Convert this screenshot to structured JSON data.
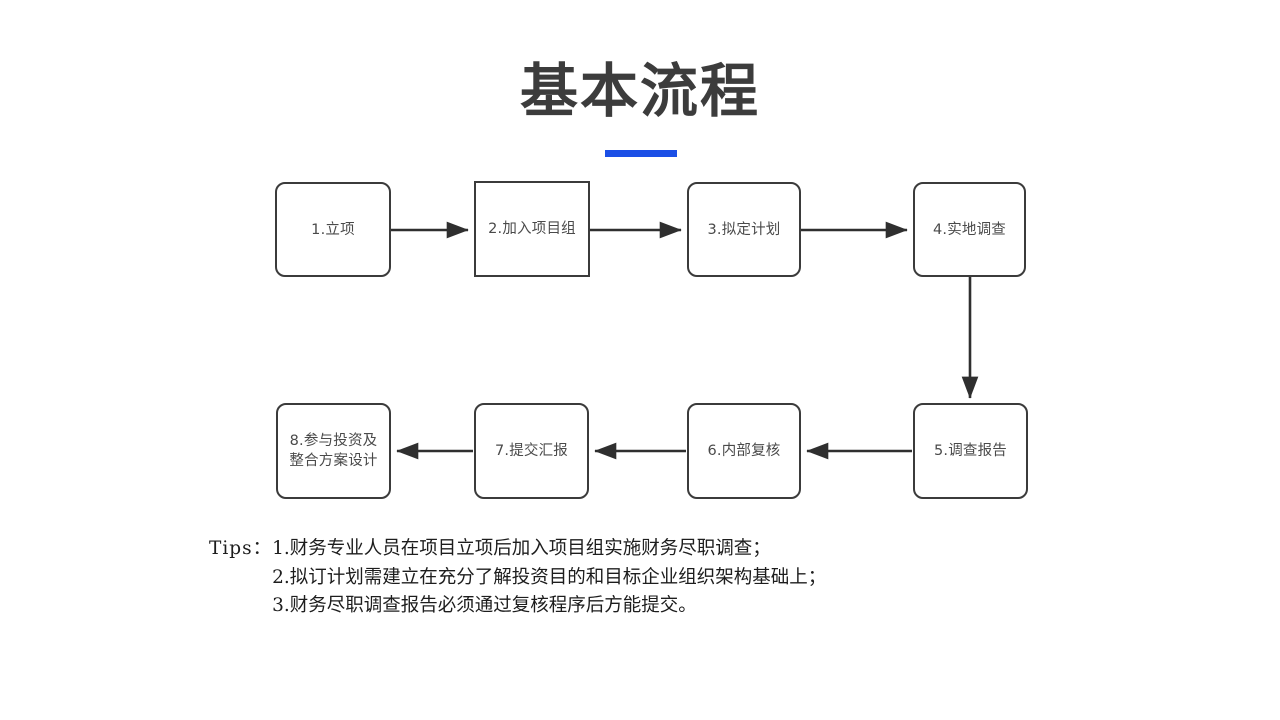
{
  "slide": {
    "background_color": "#ffffff",
    "title": "基本流程",
    "title_color": "#3c3c3c",
    "accent_color": "#1b4fe6"
  },
  "flowchart": {
    "type": "process-flow",
    "node_border_color": "#3b3b3b",
    "node_fill_color": "#ffffff",
    "arrow_color": "#2f2f2f",
    "nodes": [
      {
        "id": "node-1",
        "label": "1.立项",
        "shape": "rounded"
      },
      {
        "id": "node-2",
        "label": "2.加入项目组",
        "shape": "square"
      },
      {
        "id": "node-3",
        "label": "3.拟定计划",
        "shape": "rounded"
      },
      {
        "id": "node-4",
        "label": "4.实地调查",
        "shape": "rounded"
      },
      {
        "id": "node-5",
        "label": "5.调查报告",
        "shape": "rounded"
      },
      {
        "id": "node-6",
        "label": "6.内部复核",
        "shape": "rounded"
      },
      {
        "id": "node-7",
        "label": "7.提交汇报",
        "shape": "rounded"
      },
      {
        "id": "node-8",
        "label": "8.参与投资及\n整合方案设计",
        "shape": "rounded"
      }
    ],
    "connections": [
      {
        "from": "node-1",
        "to": "node-2",
        "direction": "right"
      },
      {
        "from": "node-2",
        "to": "node-3",
        "direction": "right"
      },
      {
        "from": "node-3",
        "to": "node-4",
        "direction": "right"
      },
      {
        "from": "node-4",
        "to": "node-5",
        "direction": "down"
      },
      {
        "from": "node-5",
        "to": "node-6",
        "direction": "left"
      },
      {
        "from": "node-6",
        "to": "node-7",
        "direction": "left"
      },
      {
        "from": "node-7",
        "to": "node-8",
        "direction": "left"
      }
    ]
  },
  "tips": {
    "label": "Tips：",
    "items": [
      "1.财务专业人员在项目立项后加入项目组实施财务尽职调查；",
      "2.拟订计划需建立在充分了解投资目的和目标企业组织架构基础上；",
      "3.财务尽职调查报告必须通过复核程序后方能提交。"
    ]
  }
}
